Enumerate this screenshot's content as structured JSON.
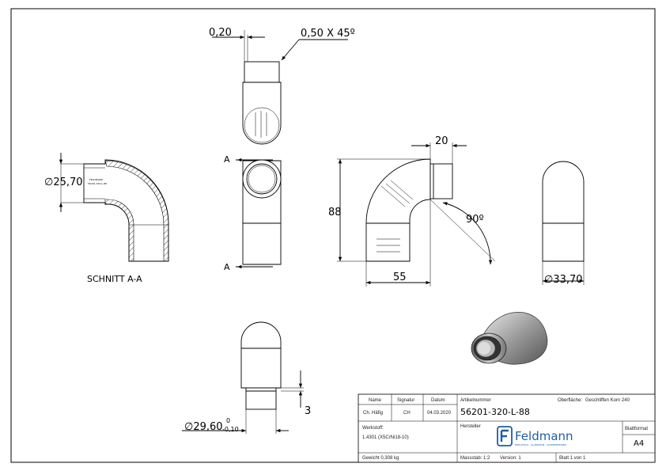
{
  "dimensions": {
    "wall_thickness": "0,20",
    "chamfer": "0,50 X 45º",
    "sleeve_length": "20",
    "height": "88",
    "angle": "90º",
    "width": "55",
    "outer_diameter": "33,70",
    "section_diameter": "25,70",
    "neck_diameter": "29,60",
    "tolerance_upper": "0",
    "tolerance_lower": "-0,10",
    "neck_length": "3"
  },
  "symbols": {
    "diameter": "∅"
  },
  "labels": {
    "section_marker_top": "A",
    "section_marker_bottom": "A",
    "section_title": "SCHNITT A-A",
    "engraving_line1": "FELDMANN",
    "engraving_line2": "56201-320-L-88"
  },
  "title_block": {
    "name_header": "Name",
    "signature_header": "Signatur",
    "date_header": "Datum",
    "name_value": "Ch. Häfig",
    "signature_value": "CH",
    "date_value": "04.03.2020",
    "article_label": "Artikelnummer",
    "article_number": "56201-320-L-88",
    "surface_label": "Oberfläche:",
    "surface_value": "Geschliffen Korn 240",
    "material_label": "Werkstoff:",
    "material_value": "1.4301 (X5CrNi18-10)",
    "manufacturer_label": "Hersteller",
    "brand": "Feldmann",
    "brand_tagline": "EDELSTAHL · ALUMINIUM · SCHMIEDEEISEN",
    "sheet_format_label": "Blattformat",
    "sheet_format": "A4",
    "weight": "Gewicht 0,308 kg",
    "scale": "Massstab: 1:2",
    "version": "Version: 1",
    "sheet": "Blatt 1 von 1"
  }
}
